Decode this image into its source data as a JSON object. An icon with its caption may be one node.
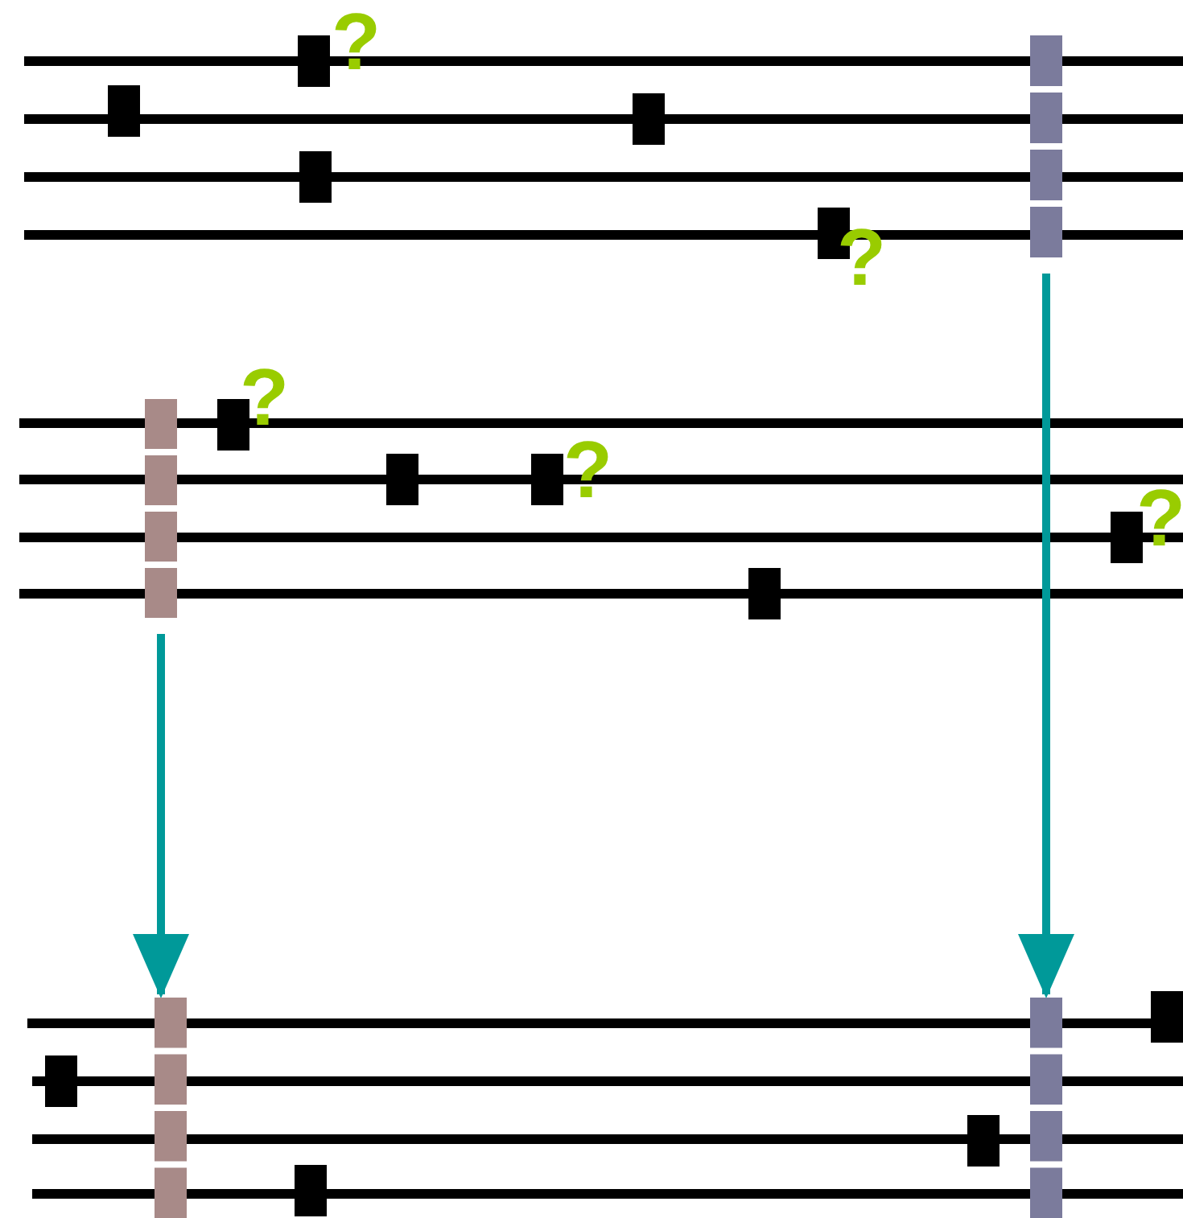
{
  "diagram": {
    "nodes": [
      {
        "text": [],
        "shape": "bar"
      },
      {
        "text": [],
        "shape": "bar"
      },
      {
        "text": [],
        "shape": "bar"
      },
      {
        "text": [],
        "shape": "bar"
      }
    ],
    "edges": [
      {
        "from": 0,
        "to": 3,
        "arrow": "to"
      },
      {
        "from": 1,
        "to": 2,
        "arrow": "to"
      }
    ],
    "labels": [
      "?",
      "?",
      "?",
      "?",
      "?"
    ]
  }
}
